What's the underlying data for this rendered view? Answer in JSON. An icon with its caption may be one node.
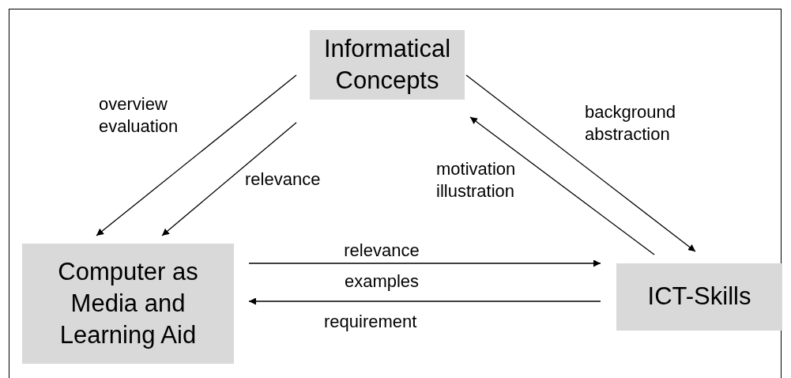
{
  "diagram": {
    "nodes": [
      {
        "text": [
          "Informatical Concepts"
        ]
      },
      {
        "text": [
          "Computer as Media and Learning Aid"
        ]
      },
      {
        "text": [
          "ICT-Skills"
        ]
      }
    ],
    "edges": [
      {
        "from": 0,
        "to": 1,
        "arrow": "to",
        "label": "overview evaluation"
      },
      {
        "from": 0,
        "to": 1,
        "arrow": "to",
        "label": "relevance"
      },
      {
        "from": 2,
        "to": 0,
        "arrow": "to",
        "label": "motivation illustration"
      },
      {
        "from": 0,
        "to": 2,
        "arrow": "to",
        "label": "background abstraction"
      },
      {
        "from": 1,
        "to": 2,
        "arrow": "to",
        "label": "relevance examples"
      },
      {
        "from": 2,
        "to": 1,
        "arrow": "to",
        "label": "requirement"
      }
    ]
  }
}
